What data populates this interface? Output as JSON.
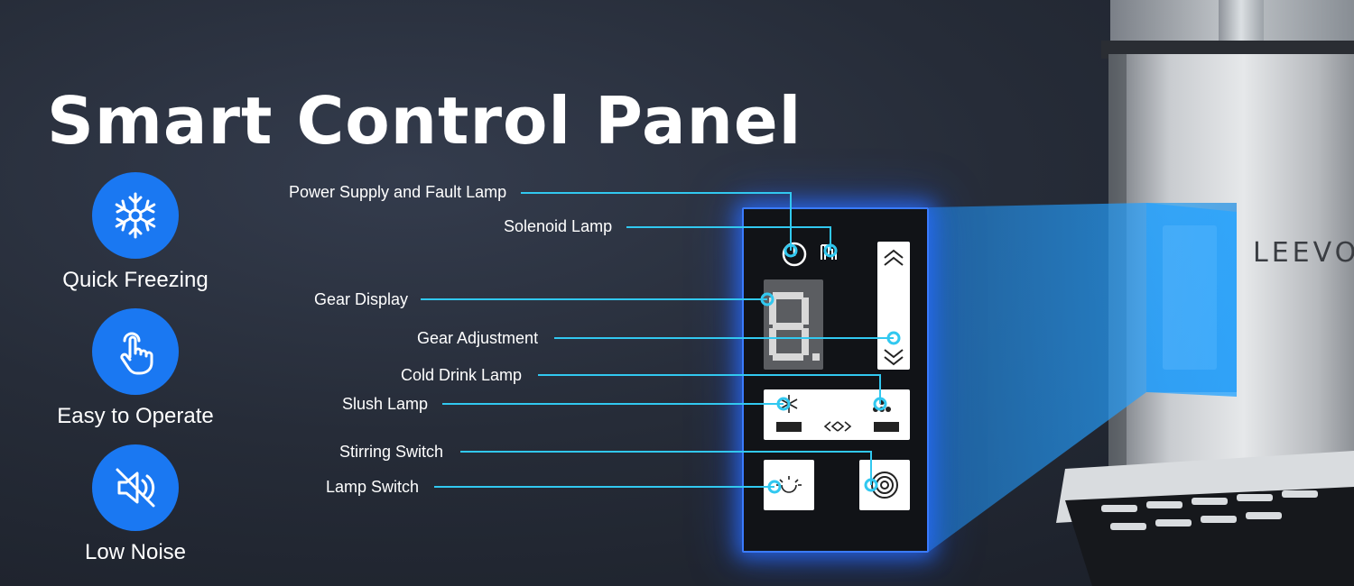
{
  "title": "Smart Control Panel",
  "features": [
    {
      "label": "Quick Freezing",
      "icon": "snowflake-icon"
    },
    {
      "label": "Easy to Operate",
      "icon": "touch-hand-icon"
    },
    {
      "label": "Low Noise",
      "icon": "mute-speaker-icon"
    }
  ],
  "callouts": {
    "power": "Power Supply and Fault Lamp",
    "solenoid": "Solenoid Lamp",
    "gear_display": "Gear Display",
    "gear_adjust": "Gear Adjustment",
    "cold_drink": "Cold Drink Lamp",
    "slush": "Slush Lamp",
    "stirring": "Stirring Switch",
    "lamp_switch": "Lamp Switch"
  },
  "brand": "LEEVO",
  "colors": {
    "accent": "#1a78f2",
    "callout_line": "#31c8f0",
    "glow": "#3a7bff"
  }
}
